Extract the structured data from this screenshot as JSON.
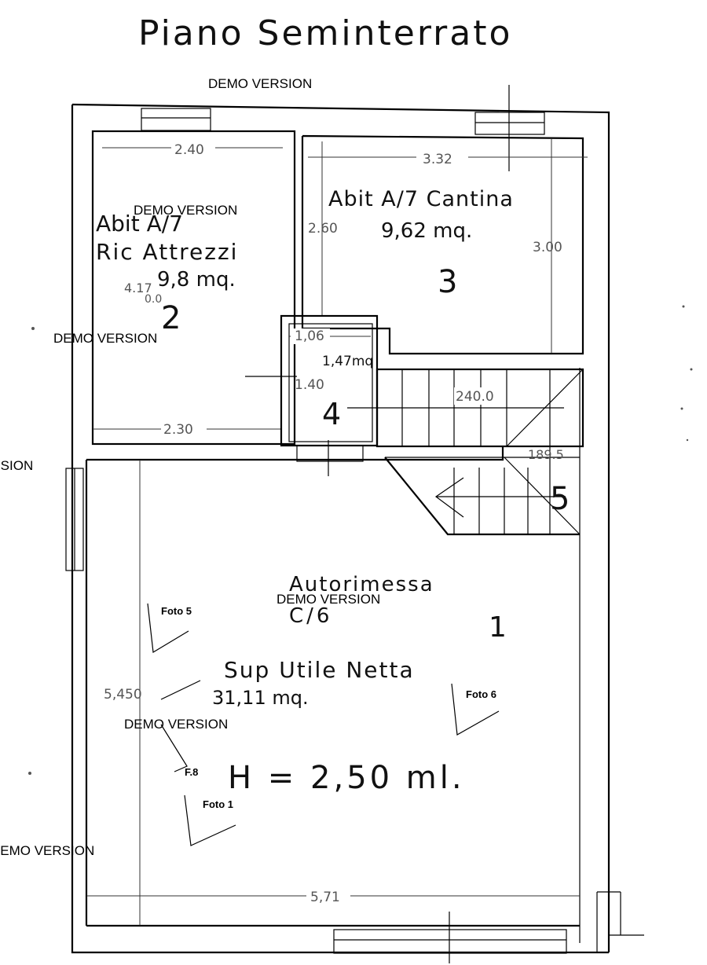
{
  "title": "Piano Seminterrato",
  "watermark": "DEMO VERSION",
  "rooms": {
    "garage": {
      "name": "Autorimessa",
      "category": "C/6",
      "number": "1",
      "area_label": "Sup Utile Netta",
      "area": "31,11 mq.",
      "height": "H = 2,50 ml."
    },
    "storage": {
      "name_line1": "Abit A/7",
      "name_line2": "Ric Attrezzi",
      "area": "9,8 mq.",
      "number": "2"
    },
    "cellar": {
      "name": "Abit A/7 Cantina",
      "area": "9,62 mq.",
      "number": "3"
    },
    "small": {
      "area": "1,47mq",
      "number": "4"
    },
    "stair": {
      "number": "5"
    }
  },
  "dimensions": {
    "d_240": "2.40",
    "d_332": "3.32",
    "d_260": "2.60",
    "d_300": "3.00",
    "d_417": "4.17",
    "d_106": "1,06",
    "d_140": "1.40",
    "d_2400": "240.0",
    "d_230": "2.30",
    "d_1895": "189.5",
    "d_5450": "5,450",
    "d_571": "5,71",
    "d_00": "0.0"
  },
  "photos": {
    "f5": "Foto 5",
    "f6": "Foto 6",
    "f1": "Foto 1",
    "f8": "F.8"
  }
}
